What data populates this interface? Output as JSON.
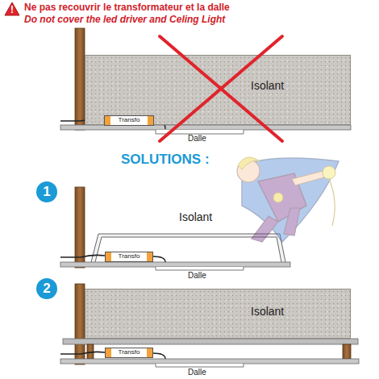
{
  "diagram": {
    "title": "Ne pas recouvrir le transformateur et la dalle",
    "nodes": [
      {
        "text": [
          "!"
        ]
      },
      {
        "text": [
          "Isolant"
        ]
      },
      {
        "text": [
          "Transfo"
        ],
        "in": 1
      },
      {
        "text": [
          "1"
        ]
      },
      {
        "text": [
          "Transfo"
        ]
      },
      {
        "text": [
          "2"
        ]
      },
      {
        "text": [
          "Isolant"
        ]
      },
      {
        "text": [
          "Transfo"
        ]
      }
    ],
    "labels": [
      "Do not cover the led driver and Celing Light",
      "Dalle",
      "SOLUTIONS :",
      "Isolant",
      "Dalle",
      "Dalle"
    ]
  }
}
